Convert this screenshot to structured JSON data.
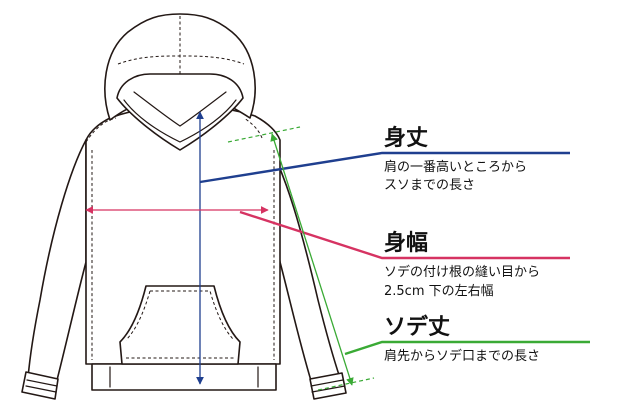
{
  "labels": {
    "length": {
      "title": "身丈",
      "desc_line1": "肩の一番高いところから",
      "desc_line2": "スソまでの長さ",
      "color": "#1f3f8f"
    },
    "width": {
      "title": "身幅",
      "desc_line1": "ソデの付け根の縫い目から",
      "desc_line2": "2.5cm 下の左右幅",
      "color": "#d63362"
    },
    "sleeve": {
      "title": "ソデ丈",
      "desc_line1": "肩先からソデ口までの長さ",
      "color": "#3aaa35"
    }
  },
  "garment": {
    "icon": "hoodie-outline-icon",
    "outline_color": "#231815"
  }
}
